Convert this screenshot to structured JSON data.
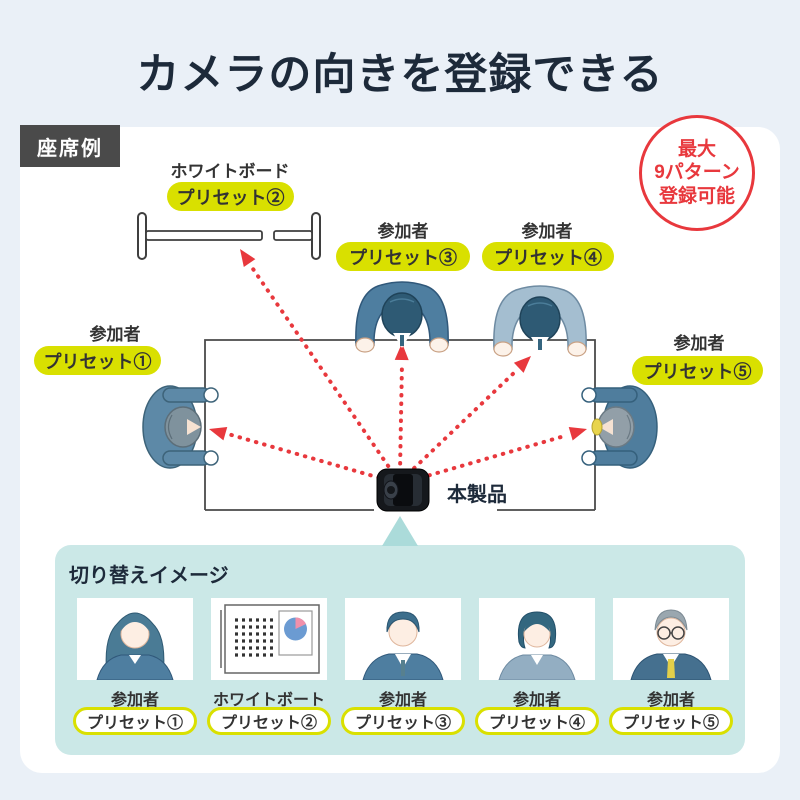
{
  "title": "カメラの向きを登録できる",
  "seating_example": {
    "badge": "座席例",
    "max_patterns_badge": {
      "line1": "最大",
      "line2": "9パターン",
      "line3": "登録可能"
    },
    "camera_label": "本製品",
    "spots": {
      "whiteboard": {
        "label": "ホワイトボード",
        "preset": "プリセット②"
      },
      "left": {
        "label": "参加者",
        "preset": "プリセット①"
      },
      "top_center": {
        "label": "参加者",
        "preset": "プリセット③"
      },
      "top_right": {
        "label": "参加者",
        "preset": "プリセット④"
      },
      "right": {
        "label": "参加者",
        "preset": "プリセット⑤"
      }
    }
  },
  "switch_image": {
    "heading": "切り替えイメージ",
    "items": [
      {
        "label": "参加者",
        "preset": "プリセット①",
        "thumbnail": "woman-participant"
      },
      {
        "label": "ホワイトボート",
        "preset": "プリセット②",
        "thumbnail": "whiteboard-with-pie-chart"
      },
      {
        "label": "参加者",
        "preset": "プリセット③",
        "thumbnail": "man-participant"
      },
      {
        "label": "参加者",
        "preset": "プリセット④",
        "thumbnail": "woman-participant-2"
      },
      {
        "label": "参加者",
        "preset": "プリセット⑤",
        "thumbnail": "senior-man-participant"
      }
    ]
  },
  "colors": {
    "page_background": "#eaf0f7",
    "accent_red": "#e8383d",
    "preset_pill_yellow": "#d9e000",
    "panel_teal": "#cbe8e7",
    "badge_gray": "#4a4a4a",
    "title_navy": "#1d2a3a"
  }
}
